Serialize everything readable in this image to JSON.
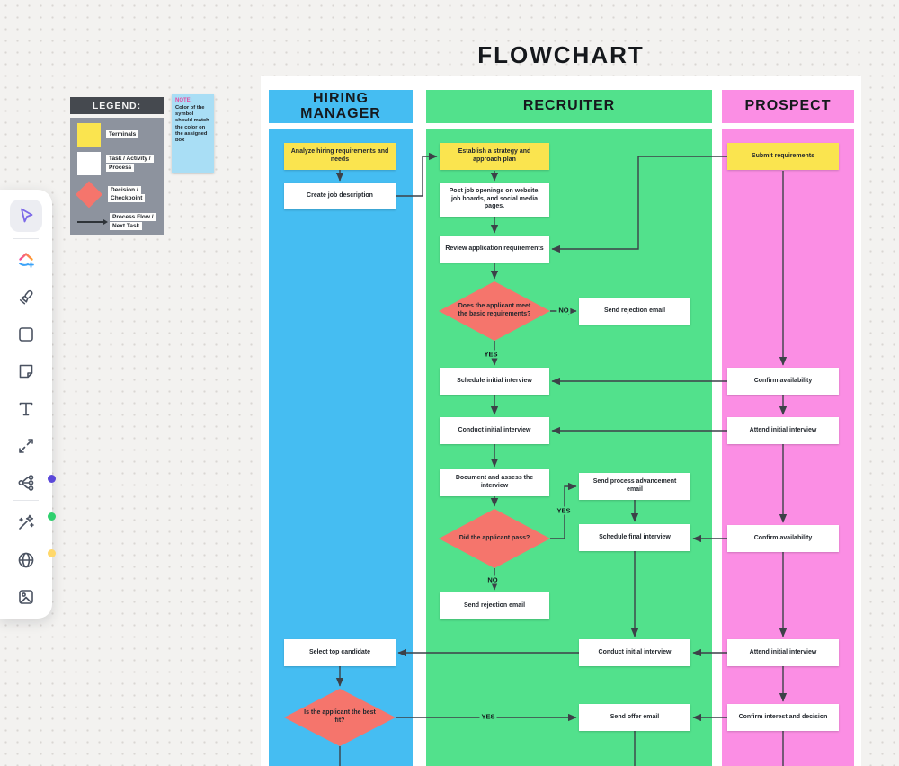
{
  "title": "FLOWCHART",
  "lanes": [
    {
      "label": "HIRING MANAGER",
      "color": "#45bdf2"
    },
    {
      "label": "RECRUITER",
      "color": "#52e18c"
    },
    {
      "label": "PROSPECT",
      "color": "#fb8ee4"
    }
  ],
  "legend": {
    "title": "LEGEND:",
    "items": [
      {
        "symbol": "terminal-square",
        "label": "Terminals"
      },
      {
        "symbol": "process-square",
        "label": "Task / Activity / Process"
      },
      {
        "symbol": "decision-diamond",
        "label": "Decision / Checkpoint"
      },
      {
        "symbol": "flow-arrow",
        "label": "Process Flow / Next Task"
      }
    ]
  },
  "note": {
    "heading": "NOTE:",
    "body": "Color of the symbol should match the color on the assigned box"
  },
  "toolbar": {
    "tools": [
      {
        "name": "select",
        "active": true
      },
      {
        "name": "shapes-templates"
      },
      {
        "name": "marker",
        "dot_color": "#5b48d9"
      },
      {
        "name": "shape",
        "dot_color": "#2fd06e"
      },
      {
        "name": "sticky-note",
        "dot_color": "#ffd86b"
      },
      {
        "name": "text"
      },
      {
        "name": "connector"
      },
      {
        "name": "mind-map"
      },
      {
        "name": "ai-wand"
      },
      {
        "name": "embed"
      },
      {
        "name": "image"
      }
    ]
  },
  "nodes": {
    "analyze": {
      "lane": "hiring-manager",
      "type": "terminal",
      "text": "Analyze hiring requirements and needs"
    },
    "create_job": {
      "lane": "hiring-manager",
      "type": "process",
      "text": "Create job description"
    },
    "select_top": {
      "lane": "hiring-manager",
      "type": "process",
      "text": "Select top candidate"
    },
    "best_fit": {
      "lane": "hiring-manager",
      "type": "decision",
      "text": "Is the applicant the best fit?"
    },
    "establish": {
      "lane": "recruiter",
      "type": "terminal",
      "text": "Establish a strategy and approach plan"
    },
    "post_openings": {
      "lane": "recruiter",
      "type": "process",
      "text": "Post job openings on website, job boards, and social media pages."
    },
    "review_requirements": {
      "lane": "recruiter",
      "type": "process",
      "text": "Review application requirements"
    },
    "meets_requirements": {
      "lane": "recruiter",
      "type": "decision",
      "text": "Does the applicant meet the basic requirements?"
    },
    "rejection1": {
      "lane": "recruiter",
      "type": "process",
      "text": "Send rejection email"
    },
    "schedule_initial": {
      "lane": "recruiter",
      "type": "process",
      "text": "Schedule initial interview"
    },
    "conduct_initial1": {
      "lane": "recruiter",
      "type": "process",
      "text": "Conduct initial interview"
    },
    "document_assess": {
      "lane": "recruiter",
      "type": "process",
      "text": "Document and assess the interview"
    },
    "did_pass": {
      "lane": "recruiter",
      "type": "decision",
      "text": "Did the applicant pass?"
    },
    "advancement": {
      "lane": "recruiter",
      "type": "process",
      "text": "Send process advancement email"
    },
    "schedule_final": {
      "lane": "recruiter",
      "type": "process",
      "text": "Schedule final interview"
    },
    "rejection2": {
      "lane": "recruiter",
      "type": "process",
      "text": "Send rejection email"
    },
    "conduct_initial2": {
      "lane": "recruiter",
      "type": "process",
      "text": "Conduct initial interview"
    },
    "send_offer": {
      "lane": "recruiter",
      "type": "process",
      "text": "Send offer email"
    },
    "submit_requirements": {
      "lane": "prospect",
      "type": "terminal",
      "text": "Submit requirements"
    },
    "confirm_avail1": {
      "lane": "prospect",
      "type": "process",
      "text": "Confirm availability"
    },
    "attend_initial1": {
      "lane": "prospect",
      "type": "process",
      "text": "Attend initial interview"
    },
    "confirm_avail2": {
      "lane": "prospect",
      "type": "process",
      "text": "Confirm availability"
    },
    "attend_initial2": {
      "lane": "prospect",
      "type": "process",
      "text": "Attend initial interview"
    },
    "confirm_interest": {
      "lane": "prospect",
      "type": "process",
      "text": "Confirm interest and decision"
    }
  },
  "labels": {
    "no1": "NO",
    "yes1": "YES",
    "yes2": "YES",
    "no2": "NO",
    "yes3": "YES"
  },
  "colors": {
    "canvas": "#f3f2f0",
    "lane_blue": "#45bdf2",
    "lane_green": "#52e18c",
    "lane_pink": "#fb8ee4",
    "terminal_yellow": "#fae44f",
    "decision_red": "#f5756c",
    "connector": "#3c4148",
    "legend_header": "#45494f",
    "legend_body": "#8d939e",
    "note_sticky": "#a9def5",
    "note_heading": "#e5489f"
  }
}
